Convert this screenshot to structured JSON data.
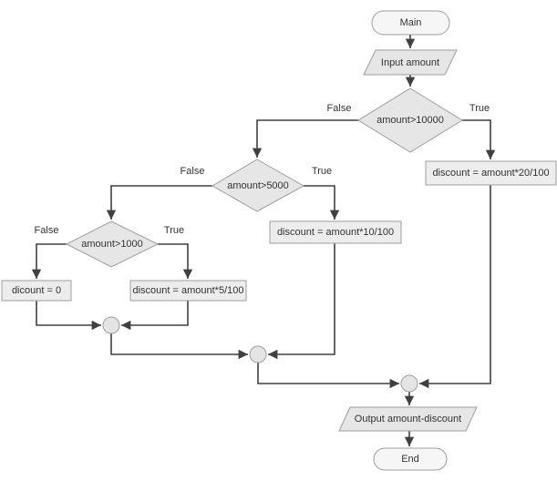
{
  "colors": {
    "background": "#ffffff",
    "node_border": "#9e9e9e",
    "terminator_fill": "#f6f6f6",
    "io_fill": "#e6e6e6",
    "decision_fill": "#e6e6e6",
    "process_fill": "#ededed",
    "connector_fill": "#e4e4e4",
    "edge_color": "#404040",
    "text_color": "#333333"
  },
  "flowchart": {
    "nodes": {
      "main": {
        "type": "terminator",
        "label": "Main"
      },
      "input": {
        "type": "io",
        "label": "Input amount"
      },
      "check10000": {
        "type": "decision",
        "label": "amount>10000"
      },
      "discount20": {
        "type": "process",
        "label": "discount = amount*20/100"
      },
      "check5000": {
        "type": "decision",
        "label": "amount>5000"
      },
      "discount10": {
        "type": "process",
        "label": "discount = amount*10/100"
      },
      "check1000": {
        "type": "decision",
        "label": "amount>1000"
      },
      "discount0": {
        "type": "process",
        "label": "dicount = 0"
      },
      "discount5": {
        "type": "process",
        "label": "discount = amount*5/100"
      },
      "output": {
        "type": "io",
        "label": "Output amount-discount"
      },
      "end": {
        "type": "terminator",
        "label": "End"
      }
    },
    "branch_labels": {
      "check10000_true": "True",
      "check10000_false": "False",
      "check5000_true": "True",
      "check5000_false": "False",
      "check1000_true": "True",
      "check1000_false": "False"
    }
  }
}
